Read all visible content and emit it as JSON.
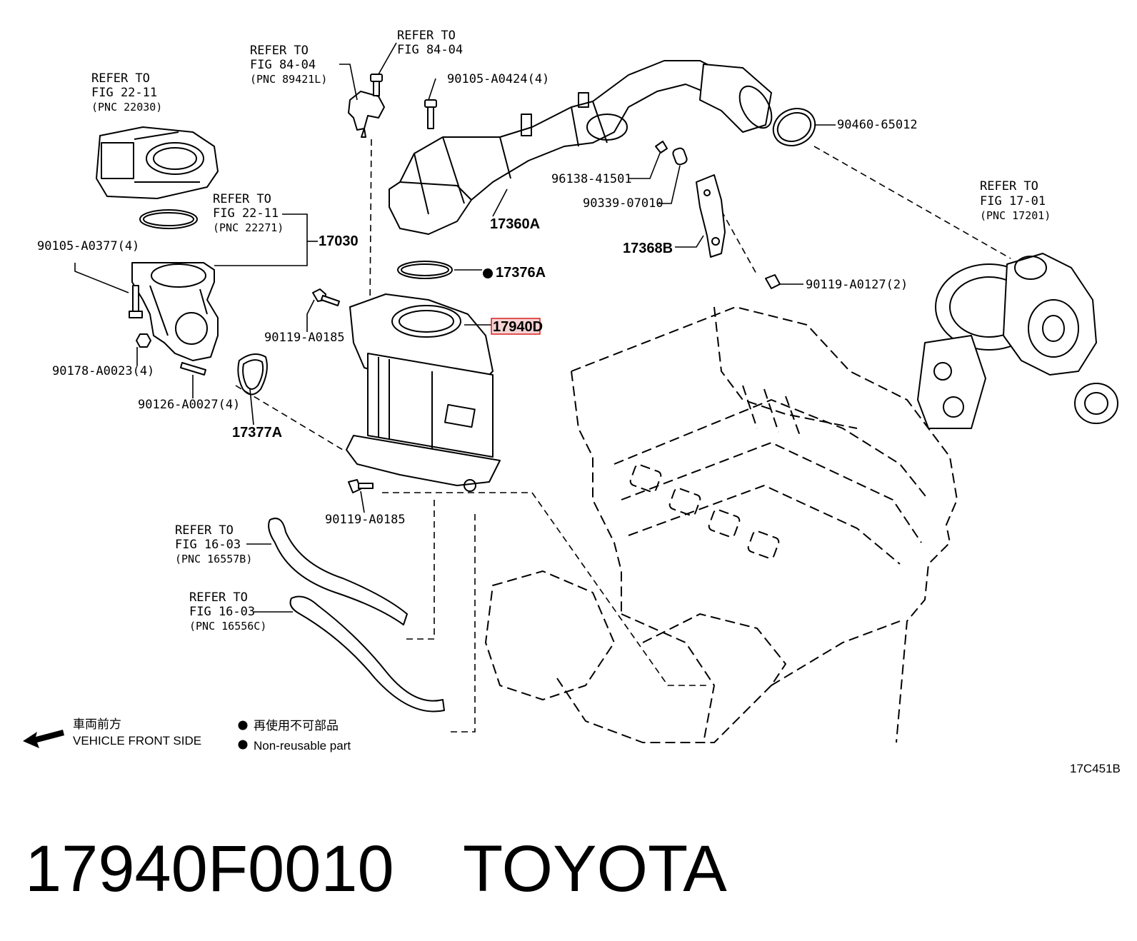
{
  "diagram_code": "17C451B",
  "footer": {
    "part_number": "17940F0010",
    "brand": "TOYOTA"
  },
  "legend": {
    "direction_jp": "車両前方",
    "direction_en": "VEHICLE FRONT SIDE",
    "nonreusable_jp": "再使用不可部品",
    "nonreusable_en": "Non-reusable part"
  },
  "refs": {
    "throttle": {
      "line1": "REFER TO",
      "line2": "FIG 22-11",
      "pnc": "(PNC 22030)"
    },
    "gasket": {
      "line1": "REFER TO",
      "line2": "FIG 22-11",
      "pnc": "(PNC 22271)"
    },
    "sensor": {
      "line1": "REFER TO",
      "line2": "FIG 84-04",
      "pnc": "(PNC 89421L)"
    },
    "bolt_top": {
      "line1": "REFER TO",
      "line2": "FIG 84-04"
    },
    "turbo": {
      "line1": "REFER TO",
      "line2": "FIG 17-01",
      "pnc": "(PNC 17201)"
    },
    "hose_a": {
      "line1": "REFER TO",
      "line2": "FIG 16-03",
      "pnc": "(PNC 16557B)"
    },
    "hose_b": {
      "line1": "REFER TO",
      "line2": "FIG 16-03",
      "pnc": "(PNC 16556C)"
    }
  },
  "parts": {
    "p90105_0424": "90105-A0424(4)",
    "p90460": "90460-65012",
    "p96138": "96138-41501",
    "p90339": "90339-07010",
    "p17360a": "17360A",
    "p17368b": "17368B",
    "p17030": "17030",
    "p90105_0377": "90105-A0377(4)",
    "p17376a": "17376A",
    "p17940d": "17940D",
    "p90119_0185a": "90119-A0185",
    "p90119_0127": "90119-A0127(2)",
    "p90178": "90178-A0023(4)",
    "p90126": "90126-A0027(4)",
    "p17377a": "17377A",
    "p90119_0185b": "90119-A0185"
  },
  "colors": {
    "highlight": "#d62020",
    "highlight_fill": "#f6d3d3"
  }
}
